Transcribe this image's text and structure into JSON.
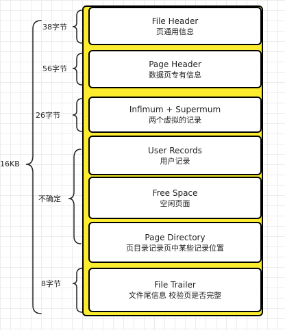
{
  "diagram": {
    "total_label": "16KB",
    "sections": [
      {
        "title": "File Header",
        "desc": "页通用信息"
      },
      {
        "title": "Page Header",
        "desc": "数据页专有信息"
      },
      {
        "title": "Infimum + Supermum",
        "desc": "两个虚拟的记录"
      },
      {
        "title": "User Records",
        "desc": "用户记录"
      },
      {
        "title": "Free Space",
        "desc": "空闲页面"
      },
      {
        "title": "Page Directory",
        "desc": "页目录记录页中某些记录位置"
      },
      {
        "title": "File Trailer",
        "desc": "文件尾信息 校验页是否完整"
      }
    ],
    "size_labels": [
      "38字节",
      "56字节",
      "26字节",
      "不确定",
      "8字节"
    ],
    "colors": {
      "page_fill": "#fbec30",
      "box_fill": "#ffffff",
      "stroke": "#000000"
    }
  }
}
